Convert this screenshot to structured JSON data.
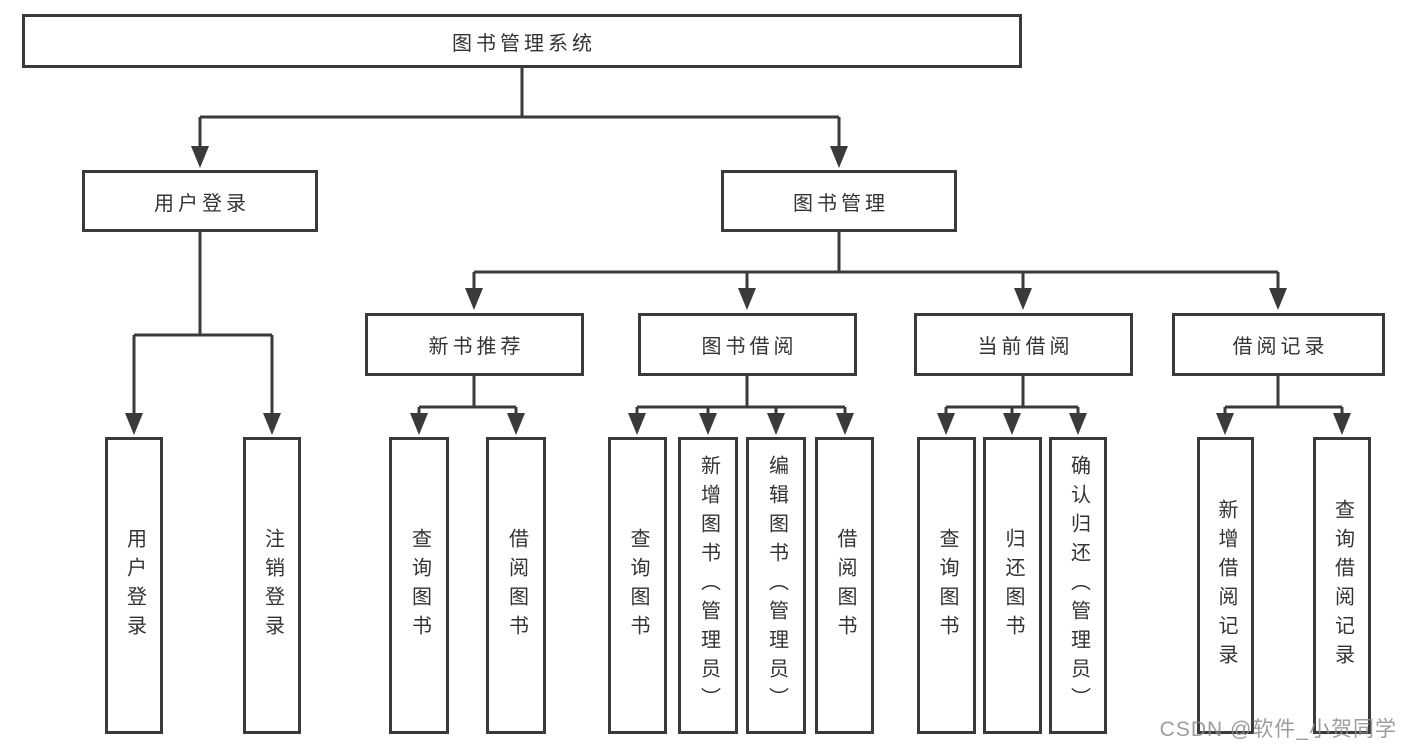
{
  "diagram_type": "functional-structure-tree",
  "colors": {
    "line": "#3a3a3a",
    "box_border": "#3a3a3a",
    "box_background": "#ffffff",
    "text": "#333333",
    "watermark_text": "#8c8c8c"
  },
  "watermark": "CSDN @软件_小贺同学",
  "tree": {
    "label": "图书管理系统",
    "children": [
      {
        "label": "用户登录",
        "children": [
          {
            "label": "用户登录"
          },
          {
            "label": "注销登录"
          }
        ]
      },
      {
        "label": "图书管理",
        "children": [
          {
            "label": "新书推荐",
            "children": [
              {
                "label": "查询图书"
              },
              {
                "label": "借阅图书"
              }
            ]
          },
          {
            "label": "图书借阅",
            "children": [
              {
                "label": "查询图书"
              },
              {
                "label": "新增图书（管理员）"
              },
              {
                "label": "编辑图书（管理员）"
              },
              {
                "label": "借阅图书"
              }
            ]
          },
          {
            "label": "当前借阅",
            "children": [
              {
                "label": "查询图书"
              },
              {
                "label": "归还图书"
              },
              {
                "label": "确认归还（管理员）"
              }
            ]
          },
          {
            "label": "借阅记录",
            "children": [
              {
                "label": "新增借阅记录"
              },
              {
                "label": "查询借阅记录"
              }
            ]
          }
        ]
      }
    ]
  }
}
